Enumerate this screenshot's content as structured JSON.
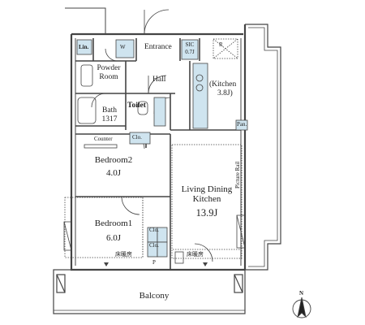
{
  "rooms": {
    "entrance": "Entrance",
    "lin": "Lin.",
    "w": "W",
    "sic": "SIC",
    "sic_size": "0.7J",
    "r": "R",
    "powder_room_1": "Powder",
    "powder_room_2": "Room",
    "hall": "Hall",
    "kitchen": "(Kitchen",
    "kitchen_size": "3.8J)",
    "bath": "Bath",
    "bath_size": "1317",
    "toilet": "Toilet",
    "pan": "Pan.",
    "counter": "Counter",
    "clo": "Clo.",
    "bedroom2": "Bedroom2",
    "bedroom2_size": "4.0J",
    "ldk_1": "Living Dining",
    "ldk_2": "Kitchen",
    "ldk_size": "13.9J",
    "picture_rail": "Picture Rail",
    "bedroom1": "Bedroom1",
    "bedroom1_size": "6.0J",
    "clo_a": "Clo.",
    "clo_b": "Clo.",
    "floor_heating_1": "床暖房",
    "floor_heating_2": "床暖房",
    "p": "P",
    "balcony": "Balcony",
    "north": "N"
  },
  "colors": {
    "wall": "#3a3a3a",
    "storage_fill": "#cfe4ef",
    "line": "#444444"
  }
}
